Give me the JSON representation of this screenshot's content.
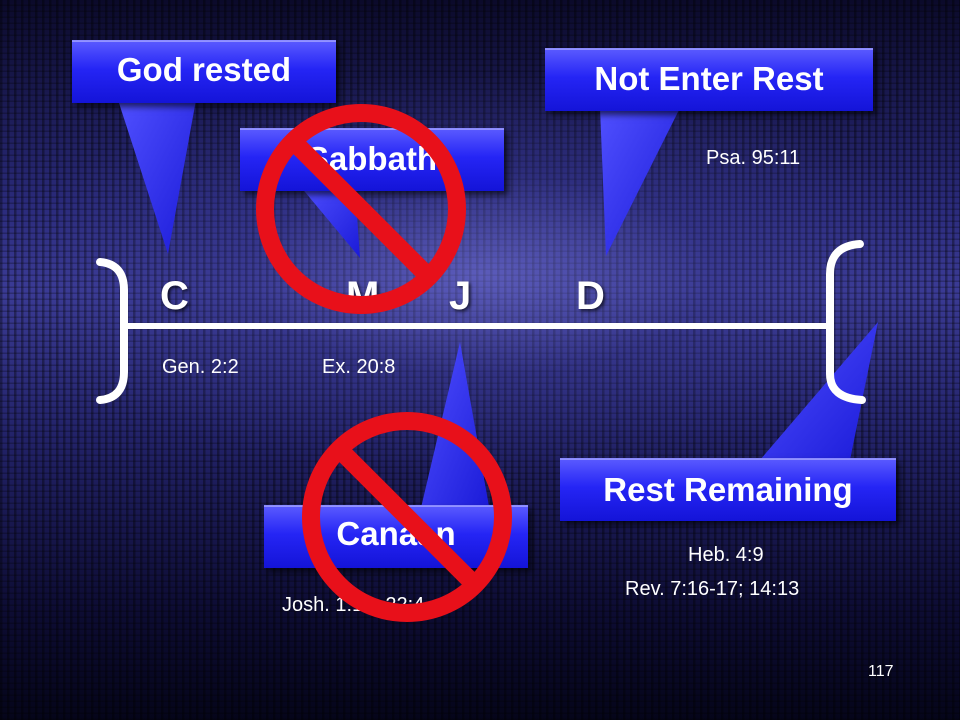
{
  "callouts": {
    "god_rested": "God rested",
    "sabbath": "Sabbath",
    "not_enter_rest": "Not Enter Rest",
    "rest_remaining": "Rest Remaining",
    "canaan": "Canaan"
  },
  "timeline_letters": {
    "c": "C",
    "m": "M",
    "j": "J",
    "d": "D"
  },
  "references": {
    "gen": "Gen. 2:2",
    "ex": "Ex. 20:8",
    "psa": "Psa. 95:11",
    "heb": "Heb. 4:9",
    "rev": "Rev. 7:16-17; 14:13",
    "josh": "Josh. 1:15; 22:4"
  },
  "page_number": "117",
  "colors": {
    "callout_blue": "#2020f0",
    "prohibition_red": "#e8101a",
    "line_white": "#ffffff"
  },
  "icons": [
    "prohibition-sign-icon"
  ]
}
